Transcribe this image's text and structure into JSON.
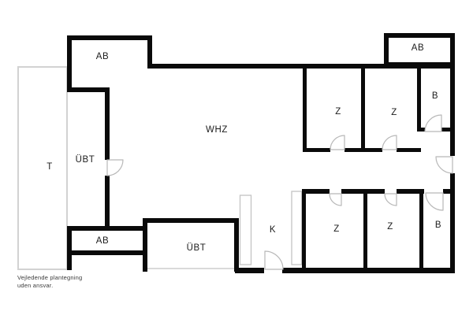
{
  "rooms": {
    "ab_top_left": "AB",
    "ab_top_right": "AB",
    "whz": "WHZ",
    "uebt_left": "ÜBT",
    "t": "T",
    "ab_bottom_left": "AB",
    "uebt_bottom": "ÜBT",
    "k": "K",
    "z_top_1": "Z",
    "z_top_2": "Z",
    "b_top": "B",
    "z_bottom_1": "Z",
    "z_bottom_2": "Z",
    "b_bottom": "B"
  },
  "disclaimer": {
    "line1": "Vejledende plantegning",
    "line2": "uden ansvar."
  },
  "colors": {
    "wall": "#0a0a0a",
    "thin_line": "#c9c9c9",
    "label": "#1c1c1c",
    "disclaimer": "#3a3a3a",
    "background": "#ffffff"
  }
}
